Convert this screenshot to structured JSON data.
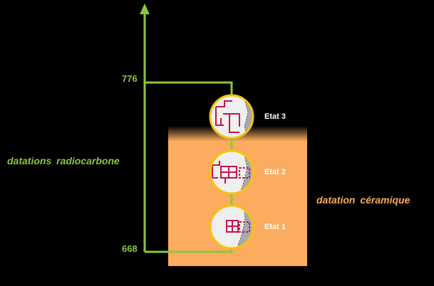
{
  "axis": {
    "top_year": "776",
    "bottom_year": "668",
    "label": "datations radiocarbone"
  },
  "zone": {
    "label": "datation céramique"
  },
  "states": [
    {
      "label": "Etat 3"
    },
    {
      "label": "Etat 2"
    },
    {
      "label": "Etat 1"
    }
  ],
  "colors": {
    "background": "#000000",
    "axis_green": "#8cc63f",
    "zone_orange": "#fbac5e",
    "circle_ring": "#f2c313",
    "plan_red": "#c4154a",
    "etat3_text": "#ffffff",
    "etat_text": "#ffffff"
  }
}
